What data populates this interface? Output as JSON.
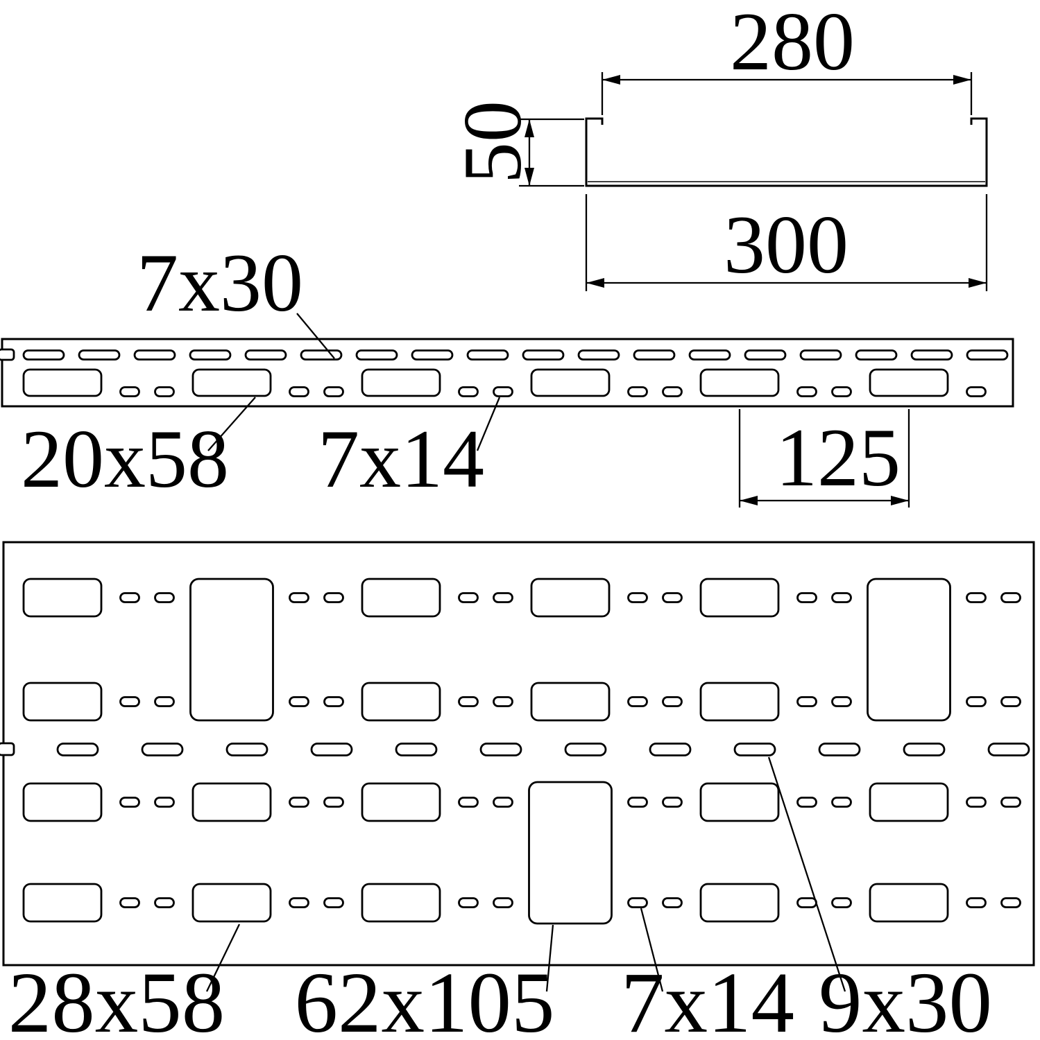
{
  "drawing": {
    "background": "#ffffff",
    "line_color": "#000000",
    "cross_section": {
      "dim_inner_width": "280",
      "dim_height": "50",
      "dim_outer_width": "300"
    },
    "side_view": {
      "slot_top_label": "7x30",
      "slot_large_label": "20x58",
      "slot_small_label": "7x14",
      "dim_slot_pitch": "125"
    },
    "plan_view": {
      "slot_large_label": "28x58",
      "cutout_label": "62x105",
      "slot_small_label": "7x14",
      "slot_mid_label": "9x30"
    }
  }
}
